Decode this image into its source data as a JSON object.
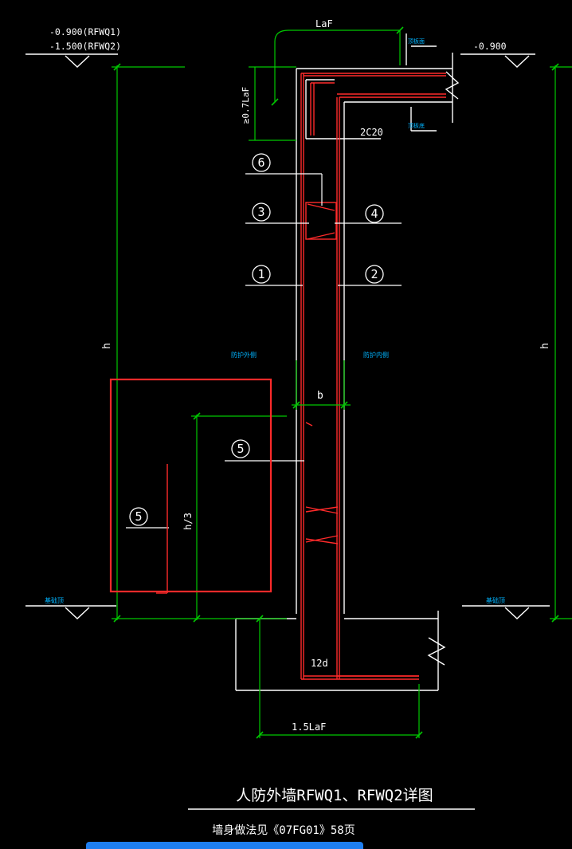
{
  "elevations": {
    "left_top_1": "-0.900(RFWQ1)",
    "left_top_2": "-1.500(RFWQ2)",
    "right_top": "-0.900",
    "left_bottom": "基础顶",
    "right_bottom": "基础顶"
  },
  "dimensions": {
    "laf": "LaF",
    "min_07laf": "≥0.7LaF",
    "b": "b",
    "h_left": "h",
    "h_right": "h",
    "h_third": "h/3",
    "twelve_d": "12d",
    "one_five_laf": "1.5LaF"
  },
  "rebar_labels": {
    "two_c20": "2C20"
  },
  "markers": {
    "m1": "1",
    "m2": "2",
    "m3": "3",
    "m4": "4",
    "m5a": "5",
    "m5b": "5",
    "m6": "6"
  },
  "notes": {
    "slab_top": "顶板面",
    "slab_bottom": "顶板底",
    "wall_outer": "防护外侧",
    "wall_inner": "防护内侧"
  },
  "title": {
    "main": "人防外墙RFWQ1、RFWQ2详图",
    "sub": "墙身做法见《07FG01》58页"
  },
  "colors": {
    "background": "#000000",
    "outline": "#ffffff",
    "rebar": "#ff2a2a",
    "dimension": "#00c800",
    "note": "#00b4ff",
    "highlight_box": "#ff2a2a"
  }
}
